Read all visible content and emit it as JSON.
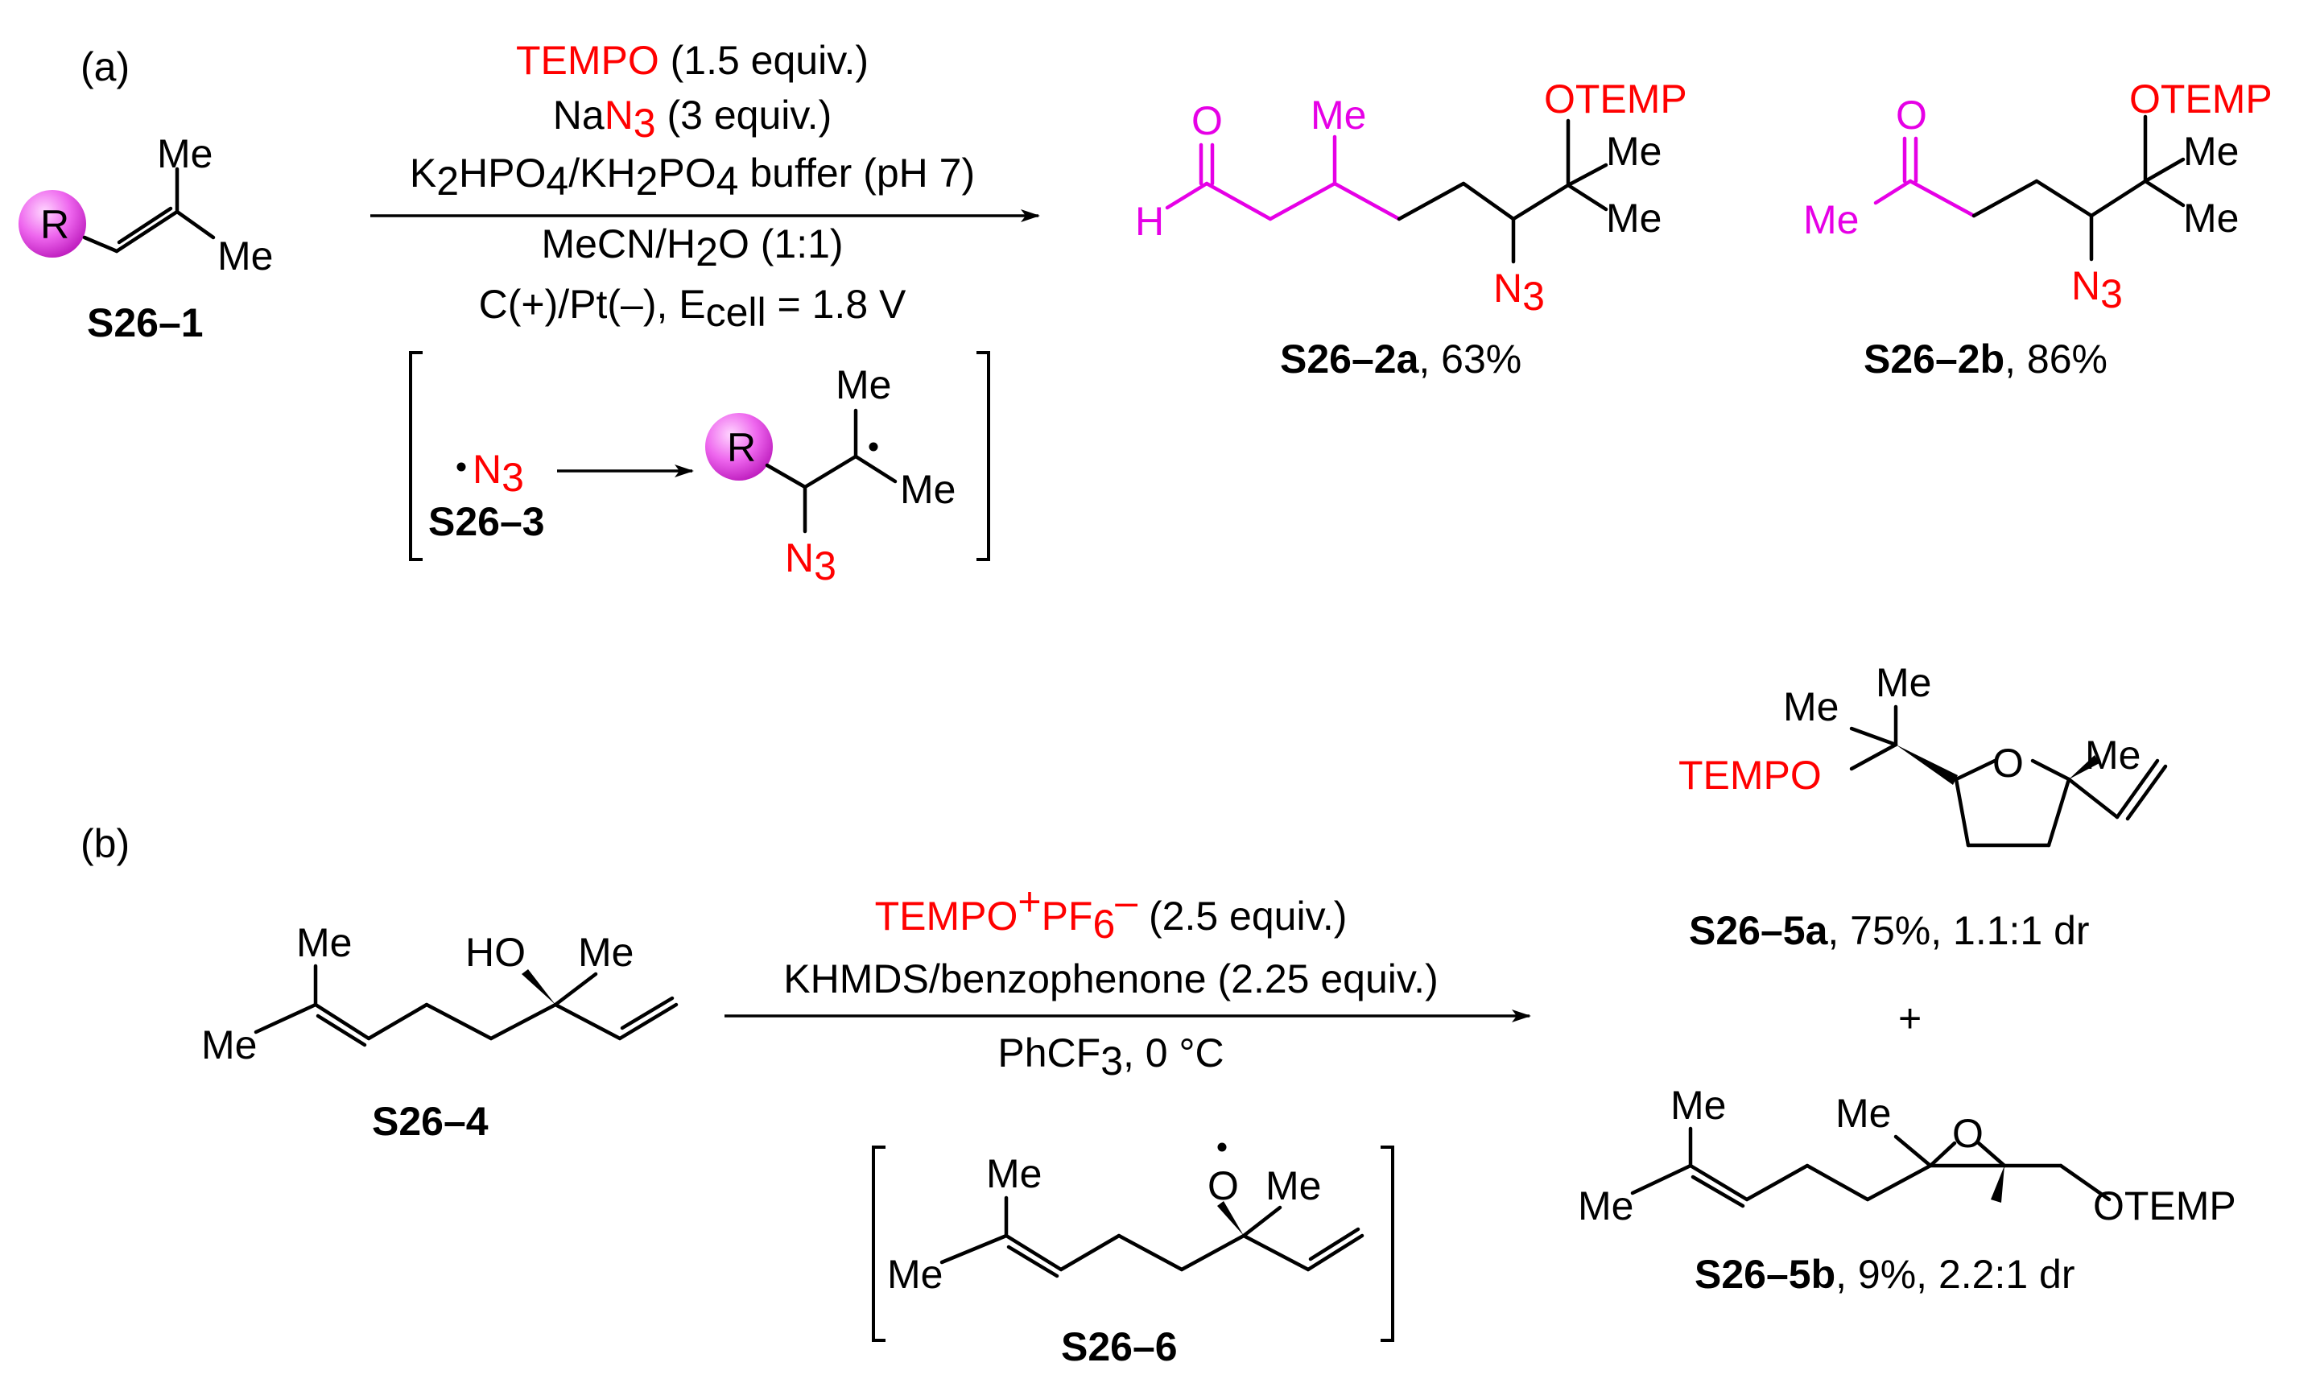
{
  "colors": {
    "red": "#ff0000",
    "magenta": "#e600e6",
    "black": "#000000",
    "bead": "#ee66ee"
  },
  "part_a": {
    "label": "(a)",
    "substrate": {
      "R": "R",
      "me1": "Me",
      "me2": "Me",
      "id": "S26–1"
    },
    "conditions": {
      "l1_red": "TEMPO",
      "l1_rest": " (1.5 equiv.)",
      "l2_a": "Na",
      "l2_b": "N",
      "l2_sub": "3",
      "l2_c": " (3 equiv.)",
      "l3_1": "K",
      "l3_s1": "2",
      "l3_2": "HPO",
      "l3_s2": "4",
      "l3_3": "/KH",
      "l3_s3": "2",
      "l3_4": "PO",
      "l3_s4": "4",
      "l3_5": " buffer (pH 7)",
      "l4_1": "MeCN/H",
      "l4_s": "2",
      "l4_2": "O (1:1)",
      "l5_1": "C(+)/Pt(–), E",
      "l5_s": "cell",
      "l5_2": " = 1.8 V"
    },
    "mechanism": {
      "n": "N",
      "n_sub": "3",
      "id": "S26–3",
      "R": "R",
      "me": "Me",
      "me2": "Me",
      "n2": "N",
      "n2_sub": "3"
    },
    "product_2a": {
      "O": "O",
      "H": "H",
      "Me": "Me",
      "OTEMP": "OTEMP",
      "me1": "Me",
      "me2": "Me",
      "N": "N",
      "N_sub": "3",
      "id": "S26–2a",
      "yield": ", 63%"
    },
    "product_2b": {
      "O": "O",
      "Me": "Me",
      "OTEMP": "OTEMP",
      "me1": "Me",
      "me2": "Me",
      "N": "N",
      "N_sub": "3",
      "id": "S26–2b",
      "yield": ", 86%"
    }
  },
  "part_b": {
    "label": "(b)",
    "substrate": {
      "me1": "Me",
      "me2": "Me",
      "ho": "HO",
      "me3": "Me",
      "id": "S26–4"
    },
    "conditions": {
      "l1_a": "TEMPO",
      "l1_sup1": "+",
      "l1_b": "PF",
      "l1_sub": "6",
      "l1_sup2": "–",
      "l1_rest": " (2.5 equiv.)",
      "l2": "KHMDS/benzophenone (2.25 equiv.)",
      "l3_1": "PhCF",
      "l3_s": "3",
      "l3_2": ", 0 °C"
    },
    "intermediate": {
      "me1": "Me",
      "me2": "Me",
      "o": "O",
      "me3": "Me",
      "id": "S26–6"
    },
    "product_5a": {
      "me1": "Me",
      "me2": "Me",
      "tempo": "TEMPO",
      "o": "O",
      "me3": "Me",
      "id": "S26–5a",
      "yield": ", 75%, 1.1:1 dr"
    },
    "plus": "+",
    "product_5b": {
      "me1": "Me",
      "me2": "Me",
      "me3": "Me",
      "o": "O",
      "otemp": "OTEMP",
      "id": "S26–5b",
      "yield": ", 9%, 2.2:1 dr"
    }
  }
}
